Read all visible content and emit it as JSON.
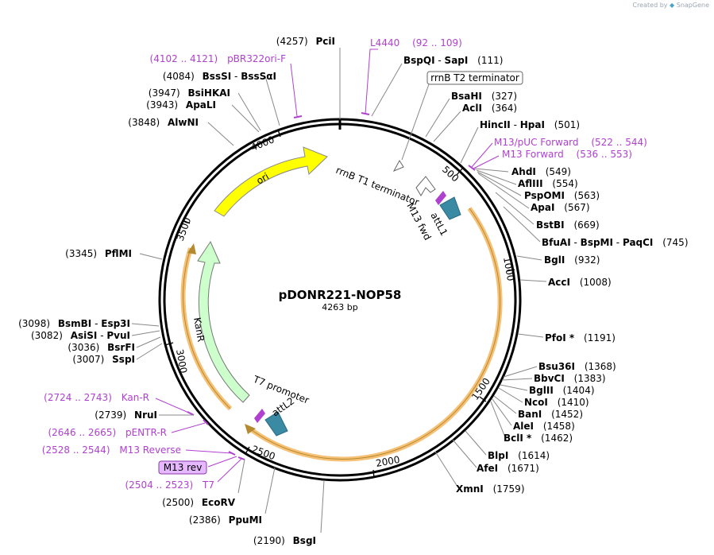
{
  "credit": {
    "prefix": "Created by",
    "brand": "SnapGene"
  },
  "plasmid": {
    "name": "pDONR221-NOP58",
    "size_label": "4263 bp",
    "length": 4263
  },
  "ticks": [
    "500",
    "1000",
    "1500",
    "2000",
    "2500",
    "3000",
    "3500",
    "4000"
  ],
  "sites": [
    {
      "pos_label": "(4257)",
      "name": "PciI",
      "pos": 4257
    },
    {
      "pos_label": "(111)",
      "name": "BspQI",
      "name2": "SapI",
      "pos": 111
    },
    {
      "pos_label": "(327)",
      "name": "BsaHI",
      "pos": 327
    },
    {
      "pos_label": "(364)",
      "name": "AclI",
      "pos": 364
    },
    {
      "pos_label": "(501)",
      "name": "HincII",
      "name2": "HpaI",
      "pos": 501
    },
    {
      "pos_label": "(549)",
      "name": "AhdI",
      "pos": 549
    },
    {
      "pos_label": "(554)",
      "name": "AflIII",
      "pos": 554
    },
    {
      "pos_label": "(563)",
      "name": "PspOMI",
      "pos": 563
    },
    {
      "pos_label": "(567)",
      "name": "ApaI",
      "pos": 567
    },
    {
      "pos_label": "(669)",
      "name": "BstBI",
      "pos": 669
    },
    {
      "pos_label": "(745)",
      "name": "BfuAI",
      "name2": "BspMI",
      "name3": "PaqCI",
      "pos": 745
    },
    {
      "pos_label": "(932)",
      "name": "BglI",
      "pos": 932
    },
    {
      "pos_label": "(1008)",
      "name": "AccI",
      "pos": 1008
    },
    {
      "pos_label": "(1191)",
      "name": "PfoI *",
      "pos": 1191
    },
    {
      "pos_label": "(1368)",
      "name": "Bsu36I",
      "pos": 1368
    },
    {
      "pos_label": "(1383)",
      "name": "BbvCI",
      "pos": 1383
    },
    {
      "pos_label": "(1404)",
      "name": "BglII",
      "pos": 1404
    },
    {
      "pos_label": "(1410)",
      "name": "NcoI",
      "pos": 1410
    },
    {
      "pos_label": "(1452)",
      "name": "BanI",
      "pos": 1452
    },
    {
      "pos_label": "(1458)",
      "name": "AleI",
      "pos": 1458
    },
    {
      "pos_label": "(1462)",
      "name": "BclI *",
      "pos": 1462
    },
    {
      "pos_label": "(1614)",
      "name": "BlpI",
      "pos": 1614
    },
    {
      "pos_label": "(1671)",
      "name": "AfeI",
      "pos": 1671
    },
    {
      "pos_label": "(1759)",
      "name": "XmnI",
      "pos": 1759
    },
    {
      "pos_label": "(2190)",
      "name": "BsgI",
      "pos": 2190
    },
    {
      "pos_label": "(2386)",
      "name": "PpuMI",
      "pos": 2386
    },
    {
      "pos_label": "(2500)",
      "name": "EcoRV",
      "pos": 2500
    },
    {
      "pos_label": "(2739)",
      "name": "NruI",
      "pos": 2739
    },
    {
      "pos_label": "(3007)",
      "name": "SspI",
      "pos": 3007
    },
    {
      "pos_label": "(3036)",
      "name": "BsrFI",
      "pos": 3036
    },
    {
      "pos_label": "(3082)",
      "name": "AsiSI",
      "name2": "PvuI",
      "pos": 3082
    },
    {
      "pos_label": "(3098)",
      "name": "BsmBI",
      "name2": "Esp3I",
      "pos": 3098
    },
    {
      "pos_label": "(3345)",
      "name": "PflMI",
      "pos": 3345
    },
    {
      "pos_label": "(3848)",
      "name": "AlwNI",
      "pos": 3848
    },
    {
      "pos_label": "(3943)",
      "name": "ApaLI",
      "pos": 3943
    },
    {
      "pos_label": "(3947)",
      "name": "BsiHKAI",
      "pos": 3947
    },
    {
      "pos_label": "(4084)",
      "name": "BssSI",
      "name2": "BssSαI",
      "pos": 4084
    }
  ],
  "primers": [
    {
      "name": "L4440",
      "range": "(92 .. 109)"
    },
    {
      "name": "M13/pUC Forward",
      "range": "(522 .. 544)"
    },
    {
      "name": "M13 Forward",
      "range": "(536 .. 553)"
    },
    {
      "name": "Kan-R",
      "range": "(2724 .. 2743)"
    },
    {
      "name": "pENTR-R",
      "range": "(2646 .. 2665)"
    },
    {
      "name": "M13 Reverse",
      "range": "(2528 .. 2544)"
    },
    {
      "name": "T7",
      "range": "(2504 .. 2523)"
    },
    {
      "name": "pBR322ori-F",
      "range": "(4102 .. 4121)"
    }
  ],
  "primer_box": "M13 rev",
  "terminator_box": "rrnB T2 terminator",
  "features": {
    "ori": "ori",
    "kanr": "KanR",
    "rrnb_t1": "rrnB T1 terminator",
    "attl1": "attL1",
    "m13fwd": "M13 fwd",
    "t7": "T7 promoter",
    "attl2": "attL2"
  },
  "colors": {
    "ori": "#ffff00",
    "kanr": "#ccffcc",
    "insert": "#f6c176",
    "att": "#3a8aa3",
    "primer": "#b040d0",
    "primer_box_fill": "#e6b8ff"
  }
}
